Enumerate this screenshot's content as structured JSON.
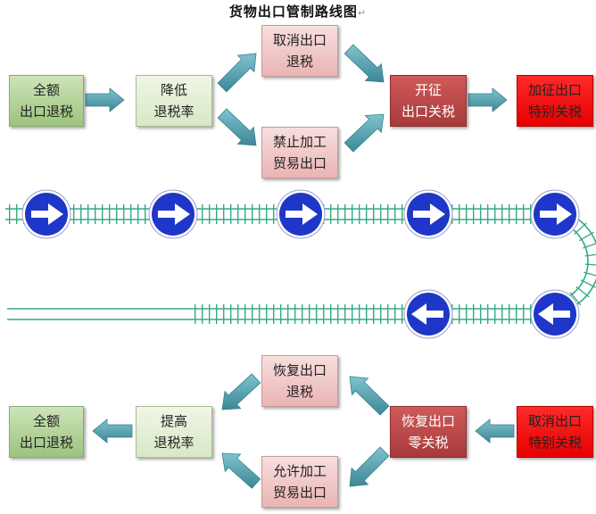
{
  "title": "货物出口管制路线图",
  "paragraph_mark": "↵",
  "top_flow": {
    "full_refund": "全额\n出口退税",
    "lower_rate": "降低\n退税率",
    "cancel_refund": "取消出口\n退税",
    "ban_processing": "禁止加工\n贸易出口",
    "levy_tariff": "开征\n出口关税",
    "special_tariff": "加征出口\n特别关税"
  },
  "bottom_flow": {
    "cancel_special": "取消出口\n特别关税",
    "zero_tariff": "恢复出口\n零关税",
    "restore_refund": "恢复出口\n退税",
    "allow_processing": "允许加工\n贸易出口",
    "raise_rate": "提高\n退税率",
    "full_refund": "全额\n出口退税"
  },
  "colors": {
    "track": "#35a988",
    "sign_blue": "#1f37c8",
    "arrow_teal": "#4f99a6"
  }
}
